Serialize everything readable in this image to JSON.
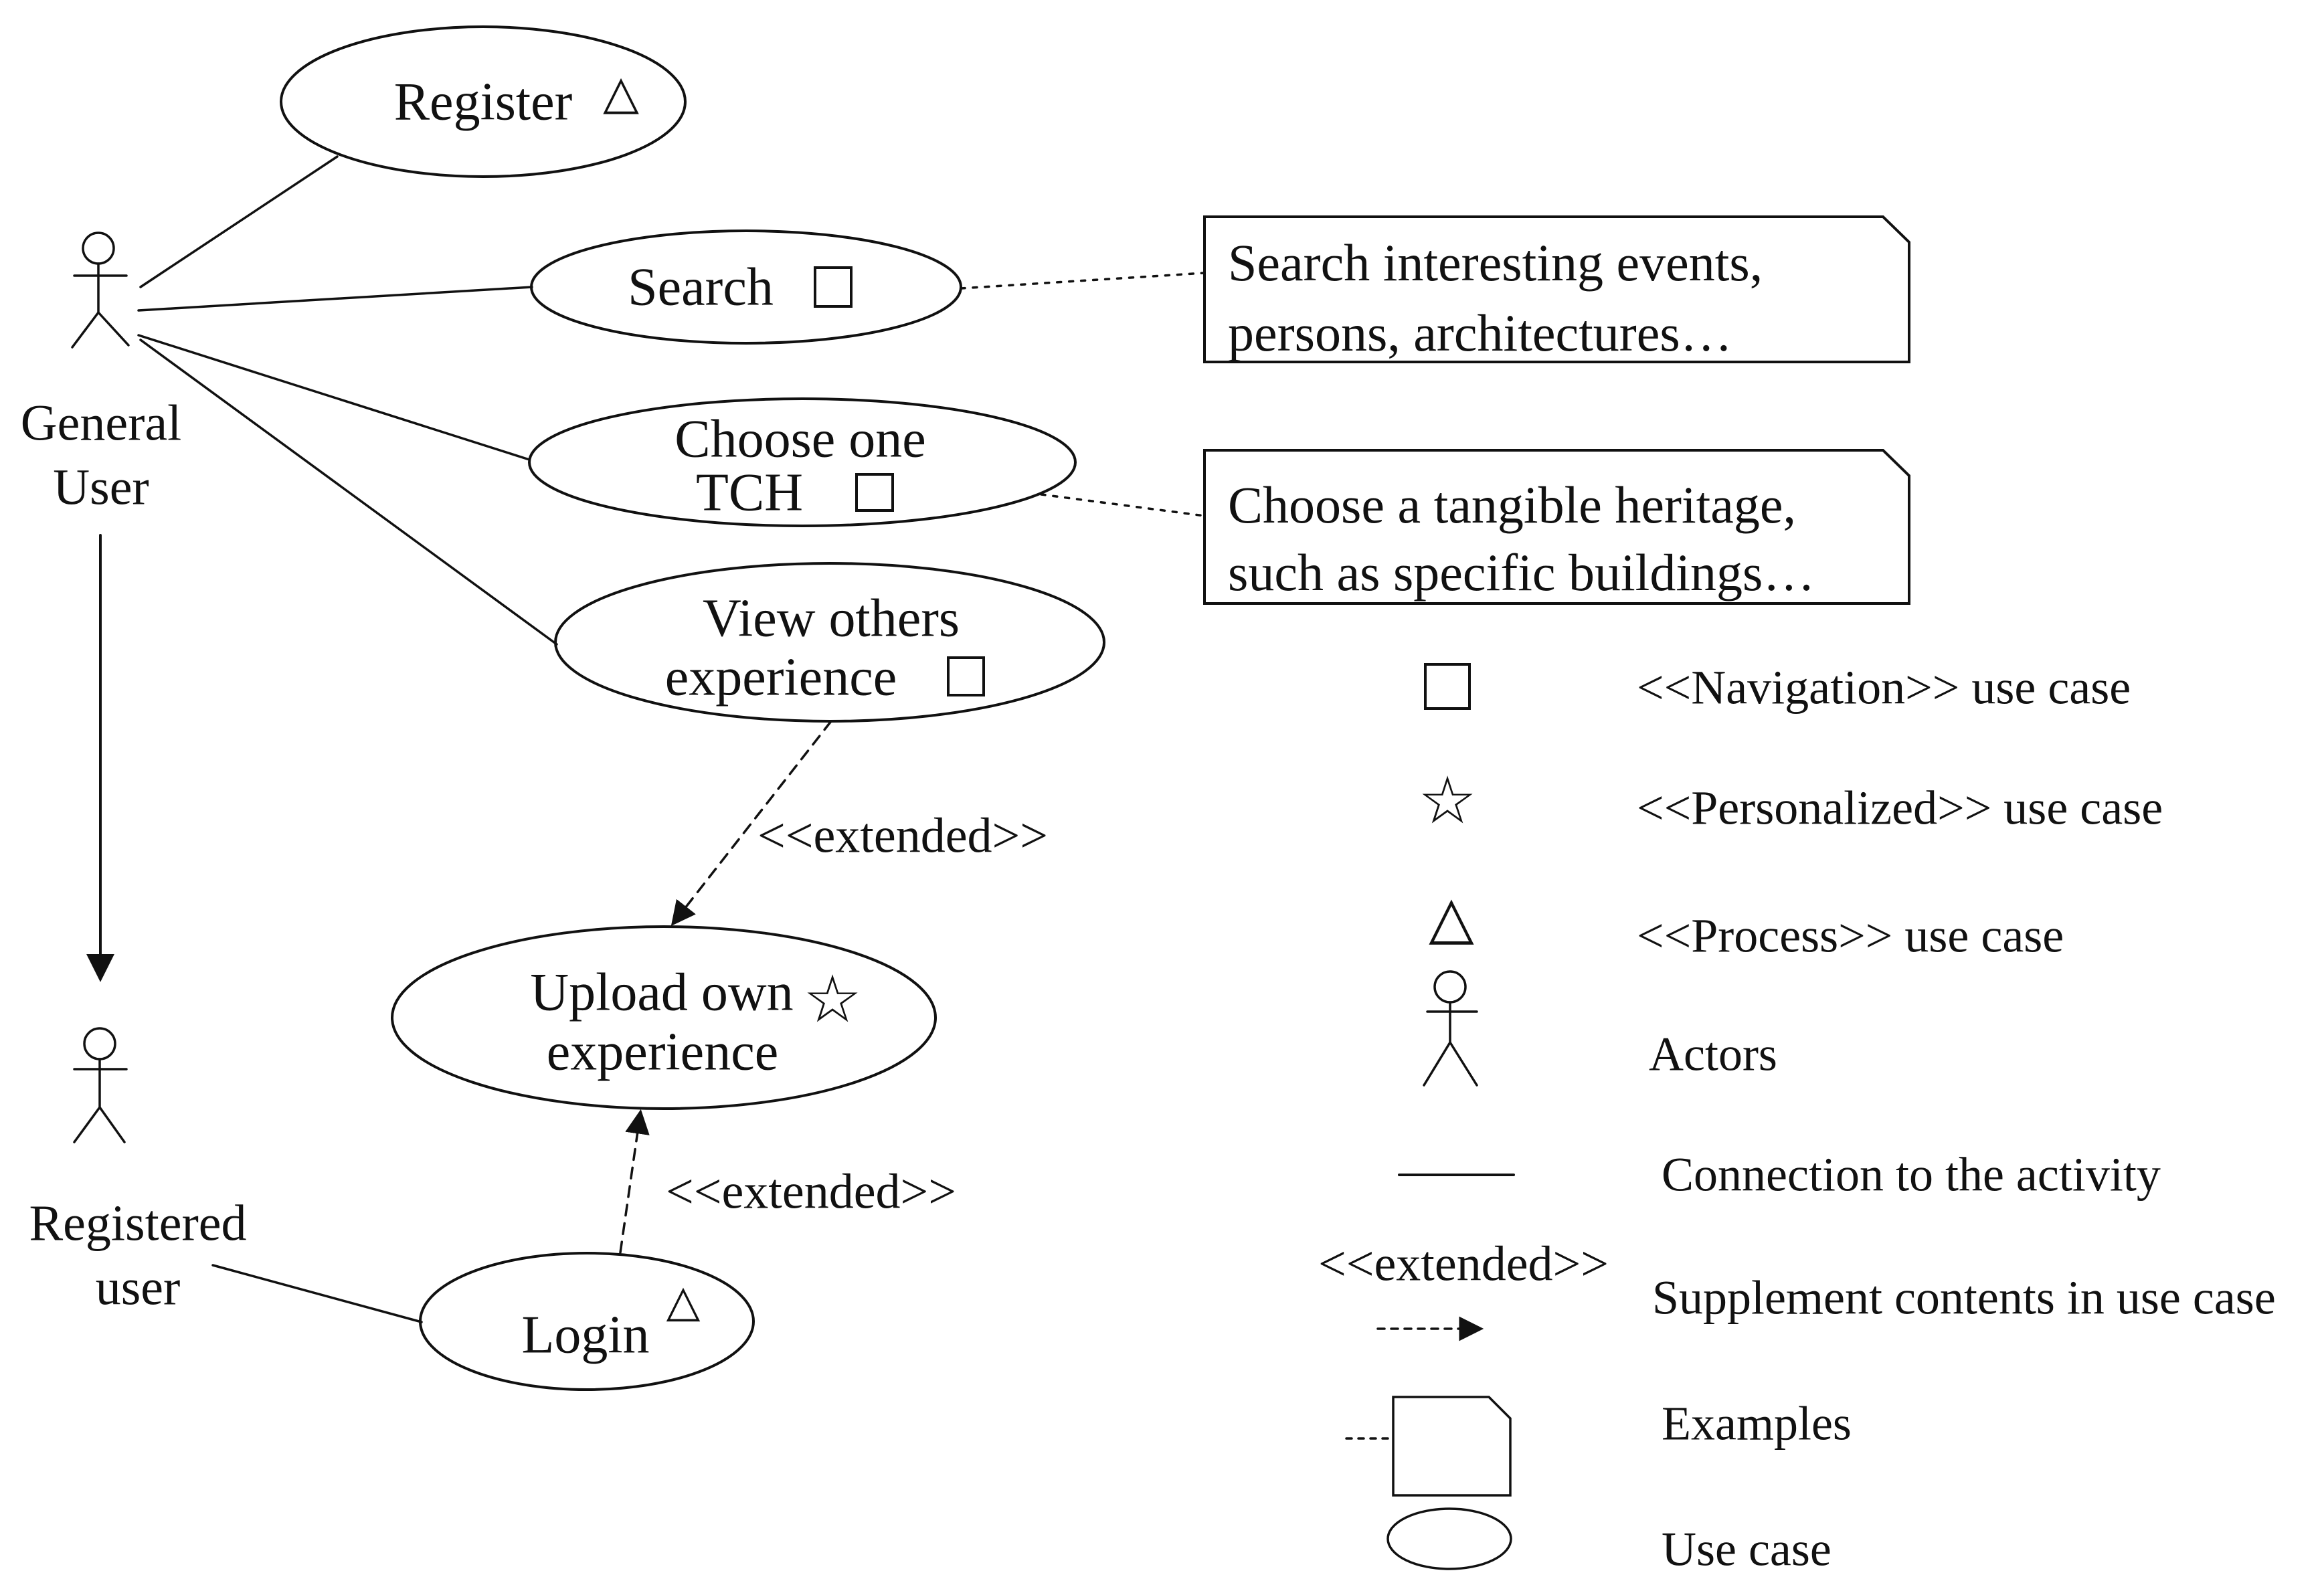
{
  "diagram": {
    "type": "uml-use-case-diagram",
    "background_color": "#ffffff",
    "ink_color": "#111111"
  },
  "symbols": {
    "navigation": "□",
    "personalized": "☆",
    "process": "△"
  },
  "actors": {
    "general": {
      "line1": "General",
      "line2": "User"
    },
    "registered": {
      "line1": "Registered",
      "line2": "user"
    }
  },
  "use_cases": {
    "register": {
      "label": "Register",
      "stereotype": "process"
    },
    "search": {
      "label": "Search",
      "stereotype": "navigation"
    },
    "choose_one_tch": {
      "line1": "Choose one",
      "line2": "TCH",
      "stereotype": "navigation"
    },
    "view_others_experience": {
      "line1": "View others",
      "line2": "experience",
      "stereotype": "navigation"
    },
    "upload_own_experience": {
      "line1": "Upload own",
      "line2": "experience",
      "stereotype": "personalized"
    },
    "login": {
      "label": "Login",
      "stereotype": "process"
    }
  },
  "notes": {
    "search_note": {
      "line1": "Search interesting events,",
      "line2": "persons, architectures…"
    },
    "choose_note": {
      "line1": "Choose a tangible heritage,",
      "line2": "such as specific buildings…"
    }
  },
  "connectors": {
    "extended_view_to_upload": "<<extended>>",
    "extended_login_to_upload": "<<extended>>"
  },
  "legend": {
    "navigation_label": "<<Navigation>> use case",
    "personalized_label": "<<Personalized>> use case",
    "process_label": "<<Process>> use case",
    "actors_label": "Actors",
    "connection_label": "Connection to the activity",
    "extended_symbol": "<<extended>>",
    "extended_label": "Supplement contents in use case",
    "examples_label": "Examples",
    "usecase_label": "Use case"
  }
}
